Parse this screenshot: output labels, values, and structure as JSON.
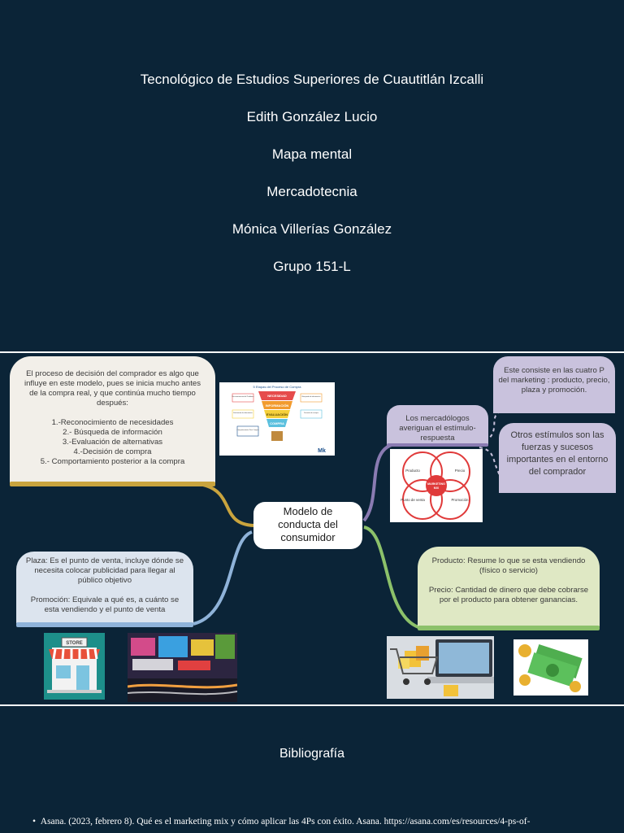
{
  "cover": {
    "lines": [
      "Tecnológico de Estudios Superiores de Cuautitlán Izcalli",
      "Edith González Lucio",
      "Mapa mental",
      "Mercadotecnia",
      "Mónica Villerías González",
      "Grupo 151-L"
    ]
  },
  "map": {
    "center": "Modelo de\nconducta del\nconsumidor",
    "decision": "El proceso de decisión del comprador es algo que influye en este modelo, pues se inicia mucho antes de la compra real, y que continúa mucho tiempo después:\n\n1.-Reconocimiento de necesidades\n2.- Búsqueda de información\n3.-Evaluación de alternativas\n4.-Decisión de compra\n5.- Comportamiento posterior a la compra",
    "stimulus": "Los mercadólogos averiguan el estímulo-respuesta",
    "four_p": "Este consiste en las cuatro P del marketing : producto, precio, plaza y promoción.",
    "others": "Otros estímulos son las fuerzas y sucesos importantes en el entorno del comprador",
    "plaza": "Plaza: Es el punto de venta, incluye dónde se necesita colocar publicidad para llegar al público objetivo\n\nPromoción: Equivale a qué es, a cuánto se esta vendiendo y el punto de venta",
    "producto": "Producto: Resume lo que se esta vendiendo (físico o servicio)\n\nPrecio: Cantidad de dinero que debe cobrarse por el producto para obtener ganancias.",
    "funnel_image": {
      "heading": "5 Etapas del Proceso de Compra",
      "stages": [
        "NECESIDAD",
        "INFORMACIÓN",
        "EVALUACIÓN",
        "COMPRA"
      ],
      "side_labels": [
        "Reconocimiento del Problema",
        "Búsqueda de información",
        "Evaluación de alternativas",
        "Decisión de compra",
        "Comportamiento Post Compra"
      ],
      "logo": "Mk"
    },
    "mix_image": {
      "center": "MARKETING\nMIX",
      "quadrants": [
        "Producto",
        "Precio",
        "Punto de venta",
        "Promoción"
      ]
    },
    "store_sign": "STORE"
  },
  "bibliography": {
    "title": "Bibliografía",
    "entries": [
      "Asana. (2023, febrero 8). Qué es el marketing mix y cómo aplicar las 4Ps con éxito. Asana. https://asana.com/es/resources/4-ps-of-"
    ]
  },
  "colors": {
    "background": "#0b2437",
    "decision_bar": "#c9a43e",
    "stimulus_fill": "#c9c2dd",
    "stimulus_bar": "#8a7bb2",
    "plaza_fill": "#dce4ee",
    "plaza_bar": "#8fb3d9",
    "producto_fill": "#dfe8c4",
    "producto_bar": "#8cc16a"
  }
}
